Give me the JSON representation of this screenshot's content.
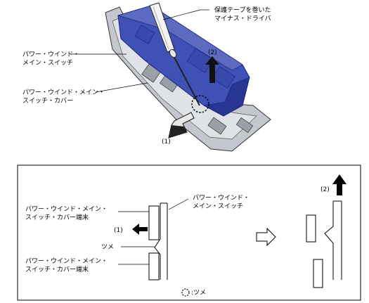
{
  "top": {
    "callout_screwdriver": {
      "line1": "保護テープを巻いた",
      "line2": "マイナス・ドライバ"
    },
    "callout_switch": {
      "line1": "パワー・ウインド・",
      "line2": "メイン・スイッチ"
    },
    "callout_cover": {
      "line1": "パワー・ウインド・メイン・",
      "line2": "スイッチ・カバー"
    },
    "step_lift": "(2)",
    "step_push": "(1)"
  },
  "detail": {
    "callout_switch": {
      "line1": "パワー・ウインド・",
      "line2": "メイン・スイッチ"
    },
    "callout_cover_end_top": {
      "line1": "パワー・ウインド・メイン・",
      "line2": "スイッチ・カバー端末"
    },
    "callout_claw": "ツメ",
    "callout_cover_end_bottom": {
      "line1": "パワー・ウインド・メイン・",
      "line2": "スイッチ・カバー端末"
    },
    "step_push": "(1)",
    "step_lift": "(2)",
    "legend": ":ツメ"
  },
  "colors": {
    "switch_body": "#3f51b5",
    "cover": "#b8bcc4",
    "line": "#000000"
  }
}
